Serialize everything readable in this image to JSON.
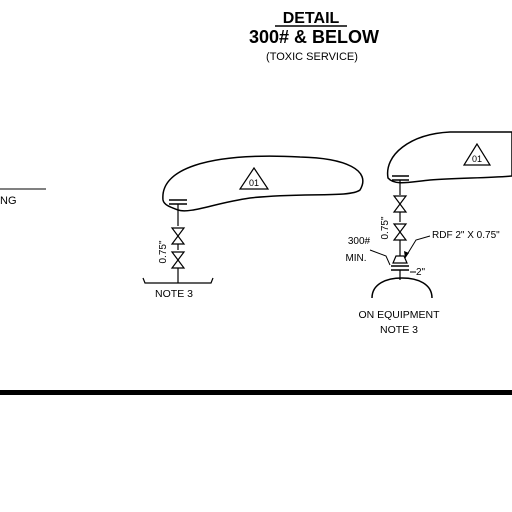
{
  "detail": {
    "heading": "DETAIL",
    "rating": "300# & BELOW",
    "service": "(TOXIC SERVICE)"
  },
  "left_edge": {
    "fragment": "NG"
  },
  "branch_left": {
    "tag": "01",
    "dimension": "0.75\"",
    "note": "NOTE 3"
  },
  "branch_right": {
    "tag": "01",
    "dimension": "0.75\"",
    "rating_line1": "300#",
    "rating_line2": "MIN.",
    "fitting": "RDF 2\" X 0.75\"",
    "size": "2\"",
    "equipment_line1": "ON EQUIPMENT",
    "equipment_line2": "NOTE 3"
  },
  "colors": {
    "ink": "#000000",
    "paper": "#ffffff"
  }
}
